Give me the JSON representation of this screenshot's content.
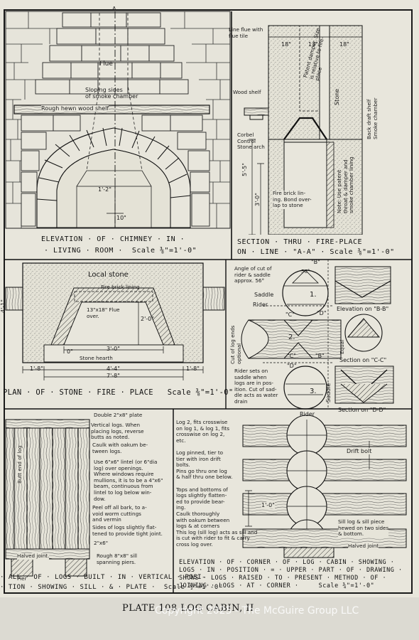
{
  "chimney": {
    "section_marks": [
      "A",
      "A"
    ],
    "flue": "Flue",
    "sloping": "Sloping sides\nof smoke chamber",
    "shelf": "Rough hewn wood shelf",
    "dims": [
      "1'-2\"",
      "10\""
    ],
    "title_l1": "ELEVATION · OF · CHIMNEY · IN ·",
    "title_l2": "· LIVING · ROOM ·  Scale ⅜\"=1'-0\""
  },
  "section": {
    "liner": "Line flue with\nflue tile",
    "widths": [
      "18\"",
      "13\"",
      "18\""
    ],
    "wood_shelf": "Wood shelf",
    "patent": "Patent damper. Size\nis relative to fire-\nplace",
    "stone": "Stone",
    "back_draft": "Back draft shelf\nSmoke chamber",
    "corbel": "Corbel\nControl\nStone arch",
    "heights": [
      "5'-5\"",
      "3'-0\""
    ],
    "firebrick": "Fire brick lin-\ning. Bond over-\nlap to stone",
    "note": "Note: Use patent\nthroat & damper and\nsmoke chamber lining",
    "title_l1": "SECTION · THRU · FIRE-PLACE",
    "title_l2": "ON · LINE · \"A-A\" · Scale ⅜\"=1'-0\""
  },
  "plan": {
    "local_stone": "Local stone",
    "fire_brick": "Fire brick lining",
    "flue": "13\"x18\" Flue\nover.",
    "dims": [
      "2'-0\"",
      "3'-0\"",
      "0\"",
      "4'-4\"",
      "7'-8\"",
      "1'-8\"",
      "1'-8\"",
      "4'-1\""
    ],
    "hearth": "Stone hearth",
    "title": "PLAN · OF · STONE · FIRE · PLACE   Scale ⅜\"=1'-0\""
  },
  "saddle": {
    "angle": "Angle of cut of\nrider & saddle\napprox. 56°",
    "angle_mark": "56°",
    "saddle": "Saddle",
    "rider": "Rider",
    "numbers": [
      "1.",
      "2.",
      "3."
    ],
    "letters": [
      "\"B\"",
      "\"C\"",
      "\"D\"",
      "\"B\"",
      "\"C\"",
      "\"D\""
    ],
    "cut_ends": "Cut of log ends\noptional",
    "rider_note": "Rider sets on\nsaddle when\nlogs are in pos-\nition. Cut of sad-\ndle acts as water\ndrain",
    "rider_lbl": "Rider",
    "saddle_lbl": "Saddle",
    "equal": "Equal",
    "elev_bb": "Elevation on \"B-B\"",
    "sect_cc": "Section on \"C-C\"",
    "sect_dd": "Section on \"D-D\""
  },
  "wall": {
    "double_plate": "Double 2\"x8\" plate",
    "vertical": "Vertical logs. When\nplacing logs, reverse\nbutts as noted.",
    "caulk": "Caulk with oakum be-\ntween logs.",
    "lintel": "Use 6\"x6\" lintel (or 6\"dia\nlog) over openings.\nWhere windows require\nmullions, it is to be a 4\"x6\"\nbeam, continuous from\nlintel to log below win-\ndow.",
    "peel": "Peel off all bark, to a-\nvoid worm cuttings\nand vermin",
    "sides": "Sides of logs slightly flat-\ntened to provide tight joint.",
    "two_by": "2\"x6\"",
    "butt_end": "Butt end of log",
    "halved": "Halved joint.",
    "sill": "Rough 8\"x8\" sill\nspanning piers.",
    "pier": "Pier",
    "title_l1": "· ALL · OF · LOGS · BUILT · IN · VERTICAL · POSI-",
    "title_l2": "· TION · SHOWING · SILL · & · PLATE ·  Scale ½\"=1'-0\""
  },
  "corner": {
    "notes": "Log 2, fits crosswise\non log 1, & log 1, fits\ncrosswise on log 2,\netc.\n\nLog pinned, tier to\ntier with iron drift\nbolts.\nPins go thru one log\n& half thru one below.\n\nTops and bottoms of\nlogs slightly flatten-\ned to provide bear-\ning.\nCaulk thoroughly\nwith oakum between\nlogs & at corners\nThis log (sill log) acts as sill and\nis cut with rider to fit & carry\ncross log over.",
    "drift": "Drift bolt",
    "dim": "1'-0\"",
    "sill_note": "Sill log & sill piece\nhewed on two sides\n& bottom.",
    "halved": "Halved joint",
    "title_l1": "ELEVATION · OF · CORNER · OF · LOG · CABIN · SHOWING ·",
    "title_l2": "LOGS · IN · POSITION · = · UPPER · PART · OF · DRAWING ·",
    "title_l3": "SHOWS · LOGS · RAISED · TO · PRESENT · METHOD · OF ·",
    "title_l4": "JOINING · LOGS · AT · CORNER ·     Scale ¾\"=1'-0\""
  },
  "footer": {
    "plate": "PLATE 108  LOG CABIN, II",
    "copyright": "Copyright 2025 - The McGuire Group LLC"
  }
}
